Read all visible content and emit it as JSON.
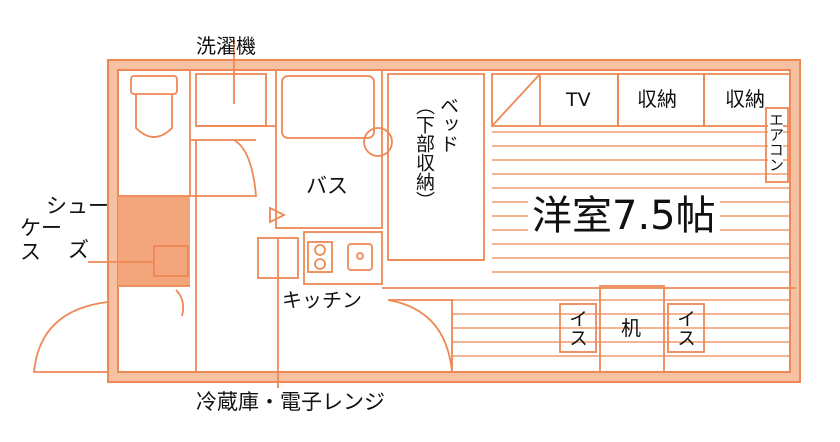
{
  "colors": {
    "wall": "#ee8855",
    "wall_fill": "#f6c1a2",
    "shoe_area": "#f3a67c",
    "text": "#111111",
    "background": "#ffffff"
  },
  "labels": {
    "washing_machine": "洗濯機",
    "bath": "バス",
    "bed_line1": "ベッド",
    "bed_line2": "（下部収納）",
    "tv": "TV",
    "storage1": "収納",
    "storage2": "収納",
    "aircon": "エアコン",
    "room": "洋室7.5帖",
    "kitchen": "キッチン",
    "desk": "机",
    "chair1": "イス",
    "chair2": "イス",
    "shoe_case_line1": "シュー",
    "shoe_case_line2": "ズ",
    "shoe_case_line3": "ケー",
    "shoe_case_line4": "ス",
    "fridge_microwave": "冷蔵庫・電子レンジ"
  }
}
